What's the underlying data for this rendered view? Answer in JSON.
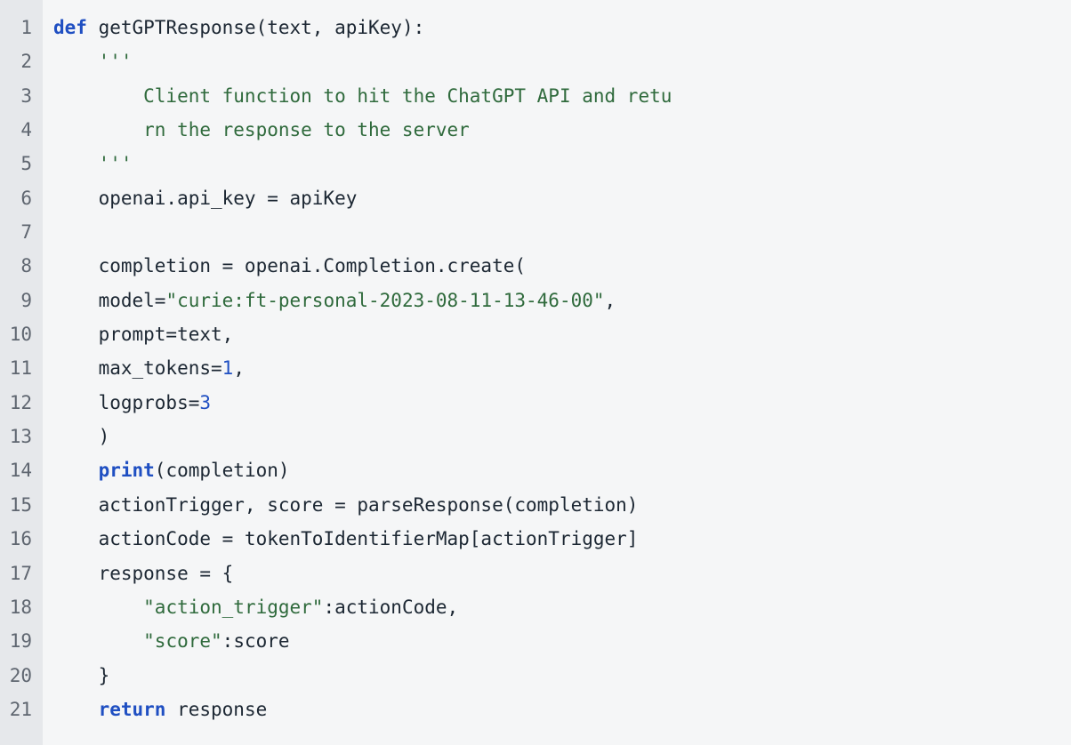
{
  "code_view": {
    "language": "python",
    "colors": {
      "background": "#f5f6f7",
      "gutter": "#e6e8eb",
      "line_number": "#5f6670",
      "plain": "#1c2733",
      "keyword": "#1f4fc2",
      "string": "#2f6a3c",
      "number": "#1f4fc2"
    },
    "lines": [
      {
        "number": "1",
        "tokens": [
          {
            "type": "keyword",
            "text": "def"
          },
          {
            "type": "plain",
            "text": " getGPTResponse(text, apiKey):"
          }
        ]
      },
      {
        "number": "2",
        "tokens": [
          {
            "type": "string",
            "text": "    '''"
          }
        ]
      },
      {
        "number": "3",
        "tokens": [
          {
            "type": "string",
            "text": "        Client function to hit the ChatGPT API and retu"
          }
        ]
      },
      {
        "number": "4",
        "tokens": [
          {
            "type": "string",
            "text": "        rn the response to the server"
          }
        ]
      },
      {
        "number": "5",
        "tokens": [
          {
            "type": "string",
            "text": "    '''"
          }
        ]
      },
      {
        "number": "6",
        "tokens": [
          {
            "type": "plain",
            "text": "    openai.api_key = apiKey"
          }
        ]
      },
      {
        "number": "7",
        "tokens": [
          {
            "type": "plain",
            "text": ""
          }
        ]
      },
      {
        "number": "8",
        "tokens": [
          {
            "type": "plain",
            "text": "    completion = openai.Completion.create("
          }
        ]
      },
      {
        "number": "9",
        "tokens": [
          {
            "type": "plain",
            "text": "    model="
          },
          {
            "type": "string",
            "text": "\"curie:ft-personal-2023-08-11-13-46-00\""
          },
          {
            "type": "plain",
            "text": ","
          }
        ]
      },
      {
        "number": "10",
        "tokens": [
          {
            "type": "plain",
            "text": "    prompt=text,"
          }
        ]
      },
      {
        "number": "11",
        "tokens": [
          {
            "type": "plain",
            "text": "    max_tokens="
          },
          {
            "type": "number",
            "text": "1"
          },
          {
            "type": "plain",
            "text": ","
          }
        ]
      },
      {
        "number": "12",
        "tokens": [
          {
            "type": "plain",
            "text": "    logprobs="
          },
          {
            "type": "number",
            "text": "3"
          }
        ]
      },
      {
        "number": "13",
        "tokens": [
          {
            "type": "plain",
            "text": "    )"
          }
        ]
      },
      {
        "number": "14",
        "tokens": [
          {
            "type": "plain",
            "text": "    "
          },
          {
            "type": "keyword",
            "text": "print"
          },
          {
            "type": "plain",
            "text": "(completion)"
          }
        ]
      },
      {
        "number": "15",
        "tokens": [
          {
            "type": "plain",
            "text": "    actionTrigger, score = parseResponse(completion)"
          }
        ]
      },
      {
        "number": "16",
        "tokens": [
          {
            "type": "plain",
            "text": "    actionCode = tokenToIdentifierMap[actionTrigger]"
          }
        ]
      },
      {
        "number": "17",
        "tokens": [
          {
            "type": "plain",
            "text": "    response = {"
          }
        ]
      },
      {
        "number": "18",
        "tokens": [
          {
            "type": "plain",
            "text": "        "
          },
          {
            "type": "string",
            "text": "\"action_trigger\""
          },
          {
            "type": "plain",
            "text": ":actionCode,"
          }
        ]
      },
      {
        "number": "19",
        "tokens": [
          {
            "type": "plain",
            "text": "        "
          },
          {
            "type": "string",
            "text": "\"score\""
          },
          {
            "type": "plain",
            "text": ":score"
          }
        ]
      },
      {
        "number": "20",
        "tokens": [
          {
            "type": "plain",
            "text": "    }"
          }
        ]
      },
      {
        "number": "21",
        "tokens": [
          {
            "type": "plain",
            "text": "    "
          },
          {
            "type": "keyword",
            "text": "return"
          },
          {
            "type": "plain",
            "text": " response"
          }
        ]
      }
    ]
  }
}
